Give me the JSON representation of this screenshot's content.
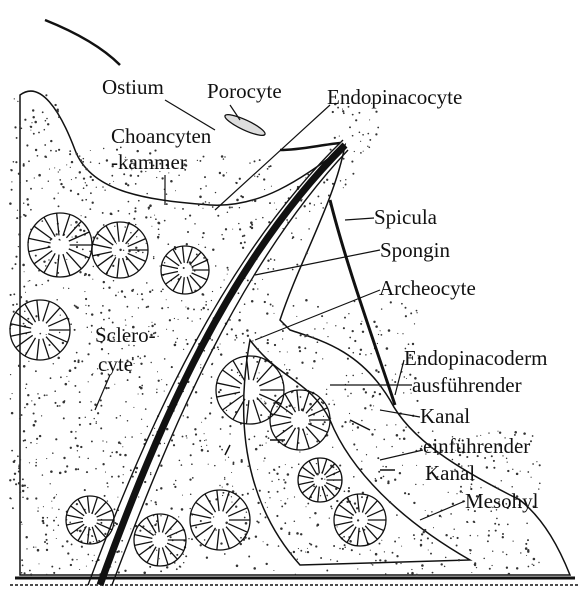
{
  "labels": {
    "ostium": "Ostium",
    "porocyte": "Porocyte",
    "endopinacocyte": "Endopinacocyte",
    "choancyten_line1": "Choancyten",
    "choancyten_line2": "-kammer",
    "spicula": "Spicula",
    "spongin": "Spongin",
    "archeocyte": "Archeocyte",
    "sclerocyte_line1": "Sclero-",
    "sclerocyte_line2": "cyte",
    "endopinacoderm": "Endopinacoderm",
    "ausfuehrender": "ausführender",
    "kanal_1": "Kanal",
    "einfuehrender": "einführender",
    "kanal_2": "Kanal",
    "mesohyl": "Mesohyl"
  },
  "colors": {
    "ink": "#111111",
    "stipple": "#333333",
    "background": "#ffffff"
  }
}
